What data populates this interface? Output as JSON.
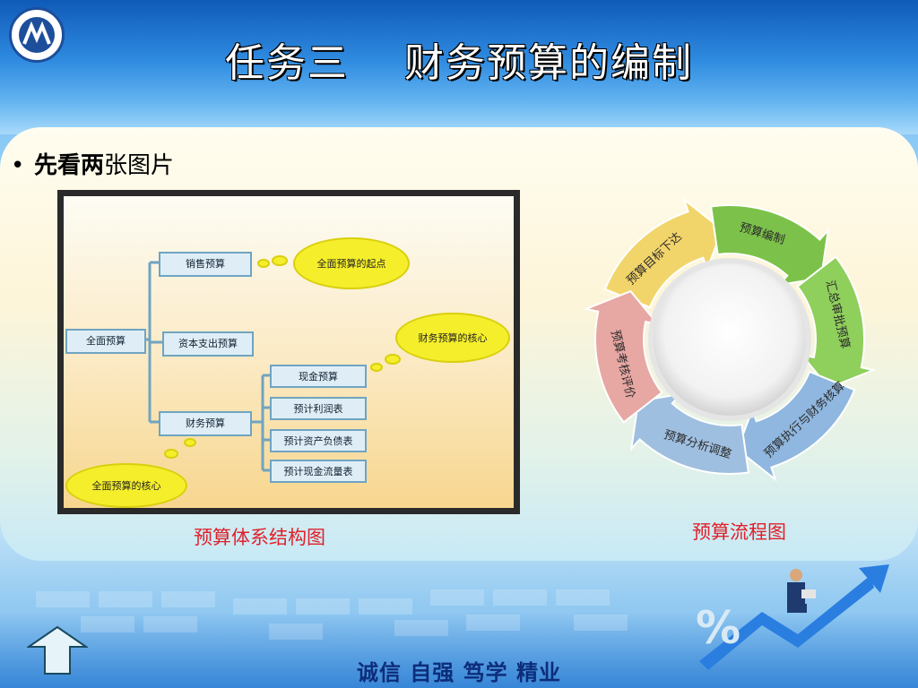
{
  "slide": {
    "title": "任务三　 财务预算的编制",
    "bullet_bold": "先看两",
    "bullet_rest": "张图片",
    "motto": "诚信  自强  笃学  精业"
  },
  "structure_chart": {
    "root": "全面预算",
    "level1": [
      "销售预算",
      "资本支出预算",
      "财务预算"
    ],
    "level2": [
      "现金预算",
      "预计利润表",
      "预计资产负债表",
      "预计现金流量表"
    ],
    "callouts": [
      "全面预算的起点",
      "财务预算的核心",
      "全面预算的核心"
    ],
    "caption": "预算体系结构图"
  },
  "flow_chart": {
    "steps": [
      "预算目标下达",
      "预算编制",
      "汇总审批预算",
      "预算执行与财务核算",
      "预算分析调整",
      "预算考核评价"
    ],
    "colors": [
      "#f2d56a",
      "#7cc24a",
      "#8fcf5c",
      "#8fb7df",
      "#9fbfe0",
      "#e7a7a3"
    ],
    "caption": "预算流程图"
  },
  "colors": {
    "title_text": "#ffffff",
    "caption": "#e0202a",
    "motto": "#0d2d7a"
  }
}
